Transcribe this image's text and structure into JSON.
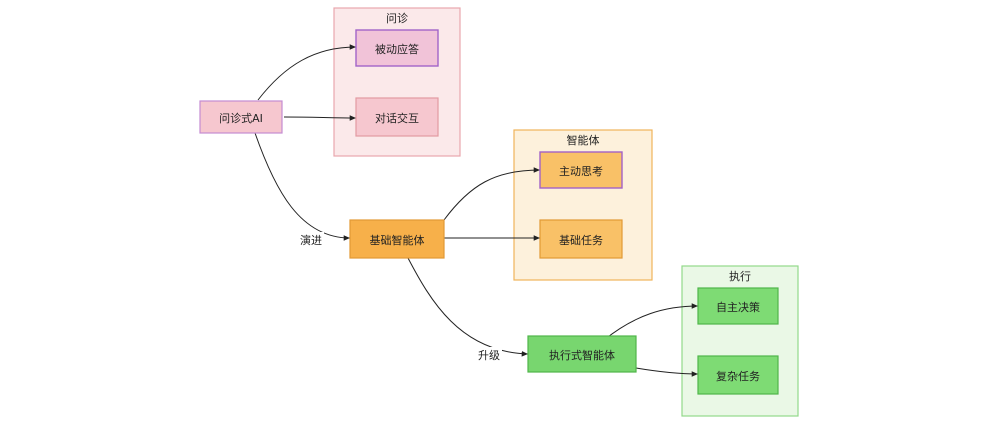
{
  "groups": {
    "consult": {
      "title": "问诊",
      "fill": "#fbe9ea",
      "stroke": "#e8a7ad"
    },
    "agent": {
      "title": "智能体",
      "fill": "#fdf1dc",
      "stroke": "#f0b45a"
    },
    "exec": {
      "title": "执行",
      "fill": "#eaf8e6",
      "stroke": "#92d98a"
    }
  },
  "nodes": {
    "consult_ai": {
      "label": "问诊式AI",
      "fill": "#f6c7cf",
      "stroke": "#c58bd2"
    },
    "passive_answer": {
      "label": "被动应答",
      "fill": "#f1c3d8",
      "stroke": "#a264c9"
    },
    "dialog_interact": {
      "label": "对话交互",
      "fill": "#f6c7cf",
      "stroke": "#e39aa2"
    },
    "basic_agent": {
      "label": "基础智能体",
      "fill": "#f7b04a",
      "stroke": "#e29a35"
    },
    "active_think": {
      "label": "主动思考",
      "fill": "#f9c167",
      "stroke": "#a262c7"
    },
    "basic_task": {
      "label": "基础任务",
      "fill": "#f9c167",
      "stroke": "#e29a35"
    },
    "exec_agent": {
      "label": "执行式智能体",
      "fill": "#78d66f",
      "stroke": "#4fb64a"
    },
    "self_decide": {
      "label": "自主决策",
      "fill": "#7edb74",
      "stroke": "#4fb64a"
    },
    "complex_task": {
      "label": "复杂任务",
      "fill": "#7edb74",
      "stroke": "#4fb64a"
    }
  },
  "edge_labels": {
    "evolve": "演进",
    "upgrade": "升级"
  }
}
